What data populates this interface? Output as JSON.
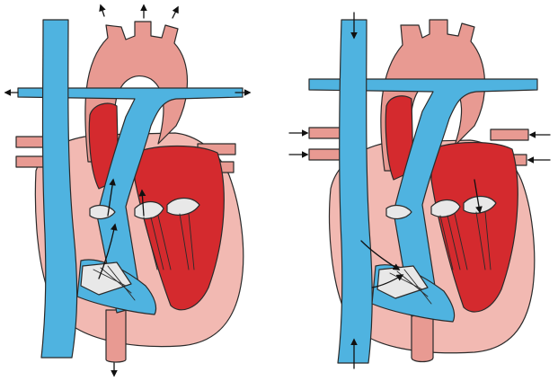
{
  "figure": {
    "panels": [
      {
        "name": "left-heart",
        "flow_direction": "outward"
      },
      {
        "name": "right-heart",
        "flow_direction": "inward"
      }
    ]
  },
  "colors": {
    "deoxygenated": "#4fb3e0",
    "oxygenated_vessel": "#e89a92",
    "oxygenated_chamber": "#d42a2e",
    "wall": "#f2b9b2",
    "valve": "#e8e8e8",
    "outline": "#2a2a2a",
    "background": "#ffffff"
  }
}
